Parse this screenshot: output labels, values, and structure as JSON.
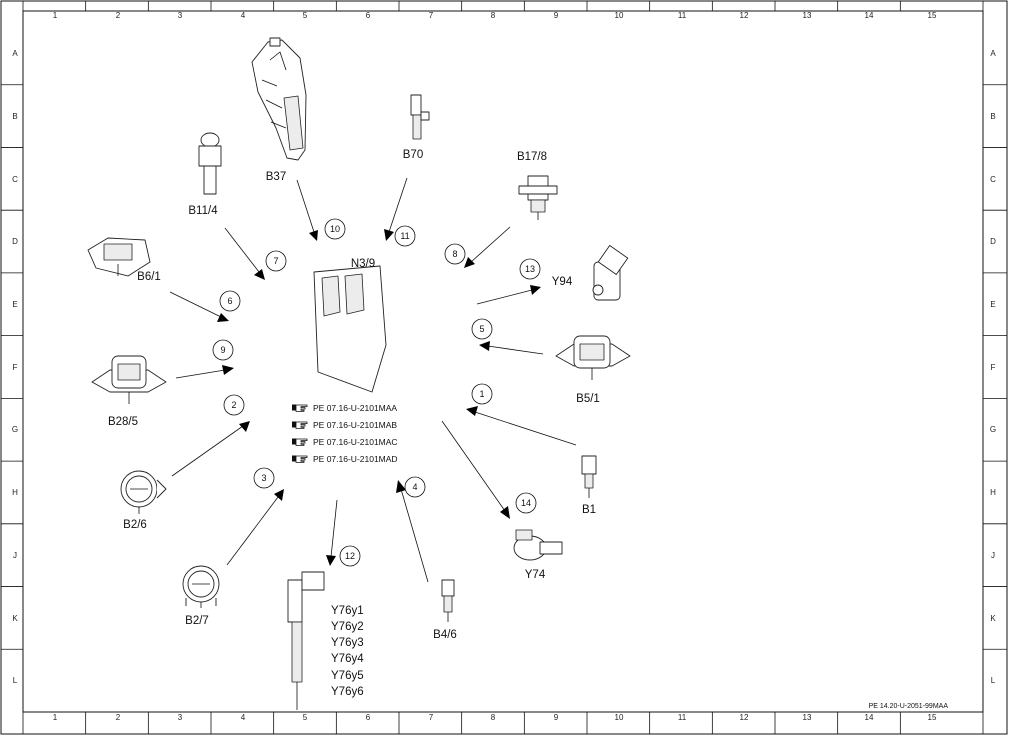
{
  "frame": {
    "columns": [
      "1",
      "2",
      "3",
      "4",
      "5",
      "6",
      "7",
      "8",
      "9",
      "10",
      "11",
      "12",
      "13",
      "14",
      "15"
    ],
    "rows": [
      "A",
      "B",
      "C",
      "D",
      "E",
      "F",
      "G",
      "H",
      "J",
      "K",
      "L"
    ]
  },
  "ecu": {
    "label": "N3/9"
  },
  "references": [
    "PE 07.16-U-2101MAA",
    "PE 07.16-U-2101MAB",
    "PE 07.16-U-2101MAC",
    "PE 07.16-U-2101MAD"
  ],
  "components": {
    "B37": "B37",
    "B11_4": "B11/4",
    "B70": "B70",
    "B17_8": "B17/8",
    "B6_1": "B6/1",
    "Y94": "Y94",
    "B28_5": "B28/5",
    "B5_1": "B5/1",
    "B2_6": "B2/6",
    "B1": "B1",
    "Y74": "Y74",
    "B2_7": "B2/7",
    "B4_6": "B4/6",
    "injectors": [
      "Y76y1",
      "Y76y2",
      "Y76y3",
      "Y76y4",
      "Y76y5",
      "Y76y6"
    ]
  },
  "callouts": [
    "1",
    "2",
    "3",
    "4",
    "5",
    "6",
    "7",
    "8",
    "9",
    "10",
    "11",
    "12",
    "13",
    "14"
  ],
  "document_code": "PE 14.20-U-2051-99MAA"
}
